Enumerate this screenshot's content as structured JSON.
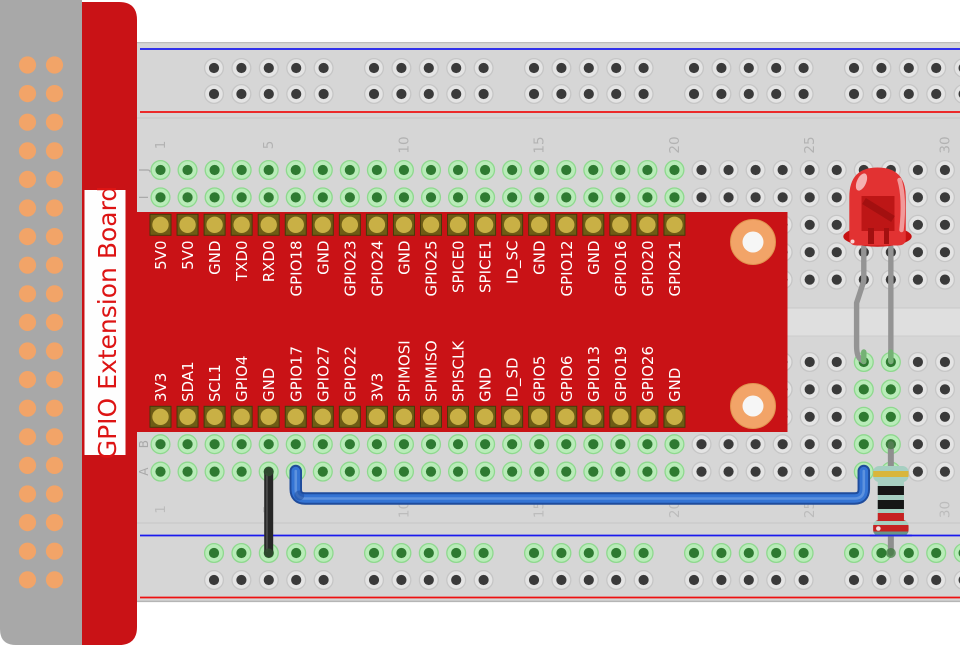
{
  "board": {
    "label": "GPIO Extension Board",
    "board_color": "#c91216",
    "label_text_color": "#dd1414",
    "pin_pad_color": "#c9b045",
    "top_pins": [
      "5V0",
      "5V0",
      "GND",
      "TXD0",
      "RXD0",
      "GPIO18",
      "GND",
      "GPIO23",
      "GPIO24",
      "GND",
      "GPIO25",
      "SPICE0",
      "SPICE1",
      "ID_SC",
      "GND",
      "GPIO12",
      "GND",
      "GPIO16",
      "GPIO20",
      "GPIO21"
    ],
    "bottom_pins": [
      "3V3",
      "SDA1",
      "SCL1",
      "GPIO4",
      "GND",
      "GPIO17",
      "GPIO27",
      "GPIO22",
      "3V3",
      "SPIMOSI",
      "SPIMISO",
      "SPISCLK",
      "GND",
      "ID_SD",
      "GPIO5",
      "GPIO6",
      "GPIO13",
      "GPIO19",
      "GPIO26",
      "GND"
    ]
  },
  "breadboard": {
    "column_labels": [
      "1",
      "5",
      "10",
      "15",
      "20",
      "25",
      "30"
    ],
    "column_label_columns": [
      1,
      5,
      10,
      15,
      20,
      25,
      30
    ],
    "row_labels_top": [
      "J",
      "I"
    ],
    "row_labels_bottom": [
      "B",
      "A"
    ],
    "total_columns": 30,
    "positive_line_color": "#ee1111",
    "negative_line_color": "#1a1aee",
    "hole_color": "#3a3a3a",
    "connected_hole_color": "#2e7a31",
    "body_color": "#d6d6d6"
  },
  "ribbon_cable": {
    "color": "#a8a8a8",
    "pin_dot_color": "#f2a468"
  },
  "components": {
    "led": {
      "type": "LED",
      "color": "#e23232",
      "leg_columns": [
        27,
        28
      ],
      "leg_row": "E"
    },
    "resistor": {
      "type": "resistor",
      "body_color": "#a6cfc1",
      "band_colors": [
        "#d9b63c",
        "#161616",
        "#161616",
        "#c62222",
        "#c62222"
      ],
      "column": 28,
      "from_row": "B",
      "to": "bottom-negative-rail"
    },
    "signal_wire": {
      "type": "wire",
      "color": "#3474d4",
      "from": {
        "column": 6,
        "row": "A"
      },
      "to": {
        "column": 27,
        "row": "A"
      }
    },
    "ground_wire": {
      "type": "wire",
      "color": "#262626",
      "from": {
        "column": 5,
        "row": "A"
      },
      "to": "bottom-negative-rail"
    }
  }
}
